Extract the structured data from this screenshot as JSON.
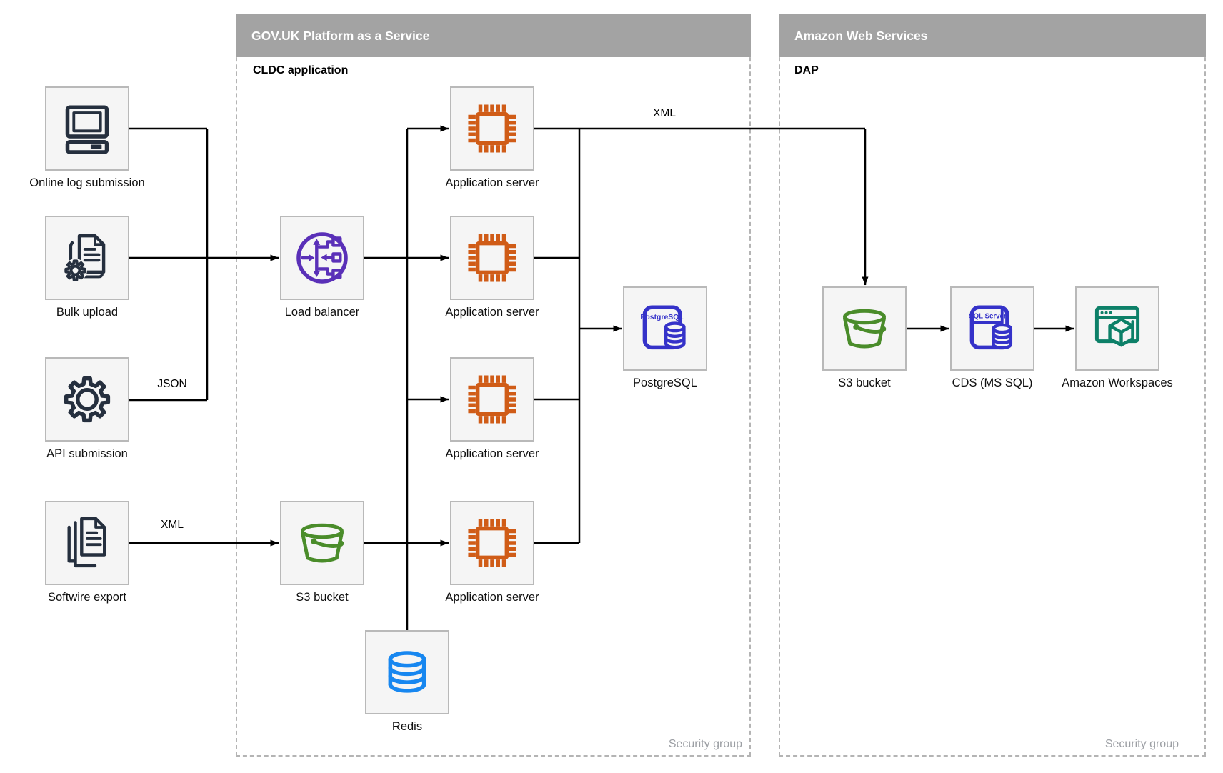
{
  "groups": {
    "paas": {
      "title": "GOV.UK Platform as a Service",
      "sublabel": "CLDC application",
      "footer": "Security group"
    },
    "aws": {
      "title": "Amazon Web Services",
      "sublabel": "DAP",
      "footer": "Security group"
    }
  },
  "nodes": {
    "online_log": {
      "label": "Online log submission"
    },
    "bulk_upload": {
      "label": "Bulk upload"
    },
    "api_submission": {
      "label": "API submission"
    },
    "softwire_export": {
      "label": "Softwire export"
    },
    "load_balancer": {
      "label": "Load balancer"
    },
    "app_server_1": {
      "label": "Application server"
    },
    "app_server_2": {
      "label": "Application server"
    },
    "app_server_3": {
      "label": "Application server"
    },
    "app_server_4": {
      "label": "Application server"
    },
    "postgresql": {
      "label": "PostgreSQL",
      "icon_text": "PostgreSQL"
    },
    "s3_bucket_paas": {
      "label": "S3 bucket"
    },
    "redis": {
      "label": "Redis"
    },
    "s3_bucket_aws": {
      "label": "S3 bucket"
    },
    "cds_mssql": {
      "label": "CDS (MS SQL)",
      "icon_text": "SQL Server"
    },
    "amazon_workspaces": {
      "label": "Amazon Workspaces"
    }
  },
  "edge_labels": {
    "api_to_app": "JSON",
    "softwire_to_s3": "XML",
    "app_to_dap": "XML"
  },
  "colors": {
    "navy": "#252f3e",
    "orange": "#d05c17",
    "purple": "#5a30b8",
    "green": "#4a8c2a",
    "indigo": "#3532c9",
    "azure": "#1787f0",
    "teal": "#0d8068",
    "header-gray": "#a3a3a3",
    "box-fill": "#f5f5f5",
    "box-border": "#b9b9b9",
    "box-dash": "#b4b4b4",
    "line": "#000000",
    "muted": "#9c9fa4"
  }
}
